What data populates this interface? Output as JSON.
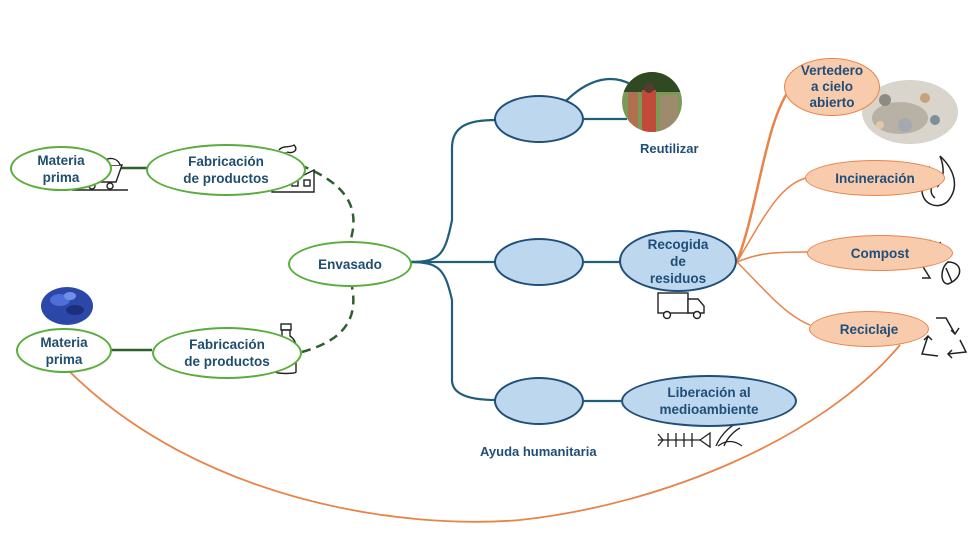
{
  "nodes": {
    "materia_prima_top": "Materia\nprima",
    "fabricacion_top": "Fabricación\nde productos",
    "envasado": "Envasado",
    "materia_prima_bottom": "Materia\nprima",
    "fabricacion_bottom": "Fabricación\nde productos",
    "recogida": "Recogida\nde\nresiduos",
    "liberacion": "Liberación al\nmedioambiente",
    "vertedero": "Vertedero\na cielo\nabierto",
    "incineracion": "Incineración",
    "compost": "Compost",
    "reciclaje": "Reciclaje"
  },
  "labels": {
    "reutilizar": "Reutilizar",
    "ayuda": "Ayuda humanitaria"
  },
  "colors": {
    "green": "#5aad3c",
    "navy": "#1f4e79",
    "light_blue": "#bdd7ee",
    "orange": "#e98347",
    "light_orange": "#f8cbad",
    "dark_green_line": "#2e5f2e",
    "teal_line": "#1f5f7a"
  },
  "icons": [
    "mine-cart-icon",
    "factory-icon",
    "blue-pellets-image",
    "bottle-icon",
    "people-group-icon",
    "photo-reuse-image",
    "truck-icon",
    "fish-bone-icon",
    "banana-peel-icon",
    "landfill-photo-image",
    "flame-icon",
    "compost-recycle-leaf-icon",
    "recycle-icon"
  ]
}
